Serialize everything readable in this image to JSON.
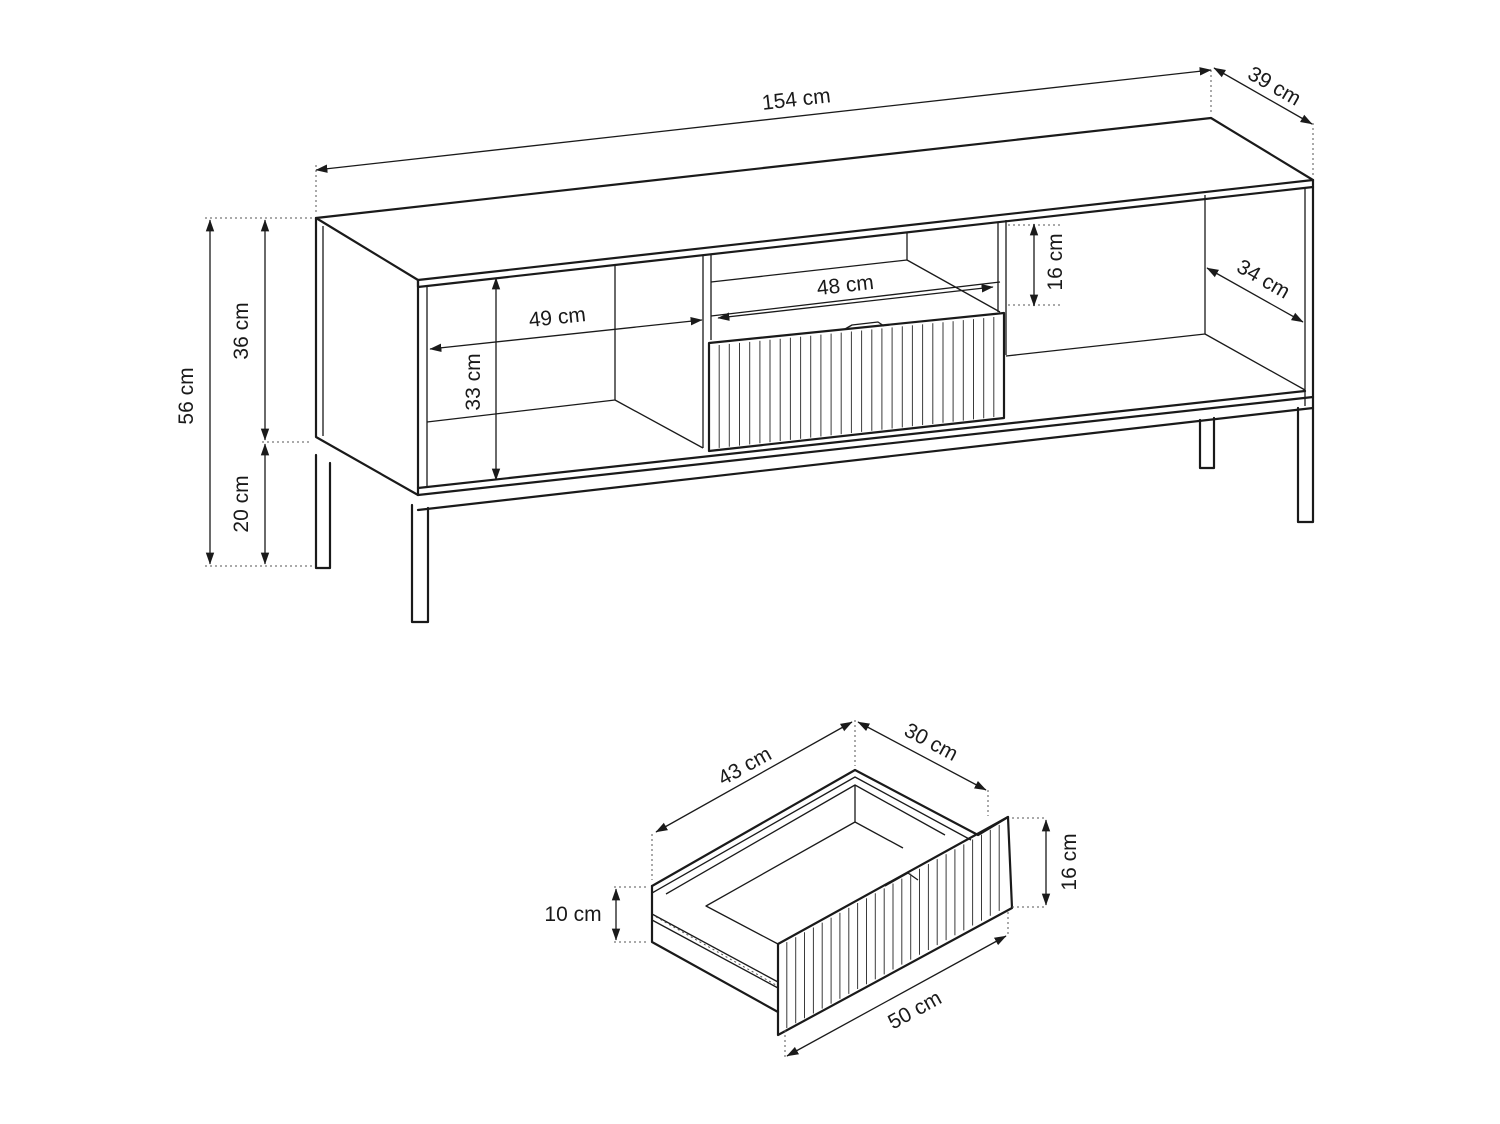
{
  "cabinet": {
    "width": "154 cm",
    "depth": "39 cm",
    "total_height": "56 cm",
    "body_height": "36 cm",
    "leg_height": "20 cm",
    "open_niche_width": "49 cm",
    "open_niche_height": "33 cm",
    "center_niche_width": "48 cm",
    "center_niche_height": "16 cm",
    "inner_depth": "34 cm"
  },
  "drawer": {
    "depth": "43 cm",
    "side_depth": "30 cm",
    "front_height": "16 cm",
    "side_height": "10 cm",
    "front_width": "50 cm"
  },
  "colors": {
    "line": "#1a1a1a",
    "guide": "#555555",
    "background": "#ffffff"
  }
}
